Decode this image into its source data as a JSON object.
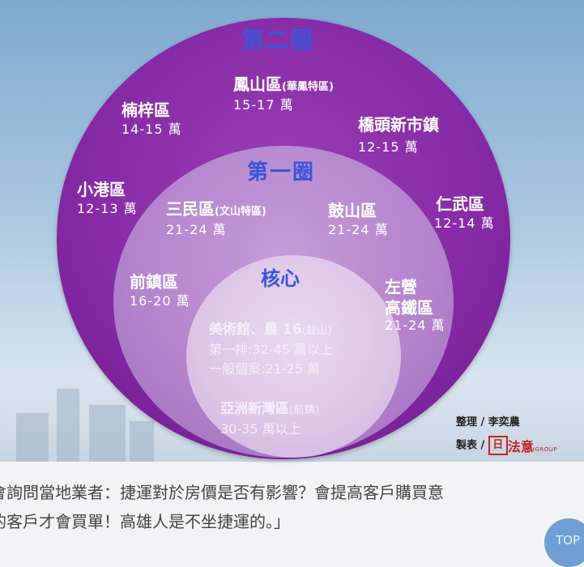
{
  "diagram": {
    "ring_outer_title": "第二圈",
    "ring_mid_title": "第一圈",
    "ring_core_title": "核心",
    "outer": [
      {
        "name": "鳳山區",
        "note": "(華鳳特區)",
        "price": "15-17 萬"
      },
      {
        "name": "楠梓區",
        "note": "",
        "price": "14-15 萬"
      },
      {
        "name": "橋頭新市鎮",
        "note": "",
        "price": "12-15 萬"
      },
      {
        "name": "小港區",
        "note": "",
        "price": "12-13 萬"
      },
      {
        "name": "仁武區",
        "note": "",
        "price": "12-14 萬"
      }
    ],
    "mid": [
      {
        "name": "三民區",
        "note": "(文山特區)",
        "price": "21-24 萬"
      },
      {
        "name": "鼓山區",
        "note": "",
        "price": "21-24 萬"
      },
      {
        "name": "前鎮區",
        "note": "",
        "price": "16-20 萬"
      },
      {
        "name": "左營",
        "name2": "高鐵區",
        "price": "21-24 萬"
      }
    ],
    "core": {
      "line1_name": "美術館、農 16",
      "line1_note": "(鼓山)",
      "line2": "第一排:32-45 萬以上",
      "line3": "一般個案:21-25 萬",
      "line4_name": "亞洲新灣區",
      "line4_note": "(前鎮)",
      "line5": "30-35 萬以上"
    },
    "credit_compile": "整理 / 李奕農",
    "credit_make": "製表 /",
    "logo_text": "法意",
    "logo_sub": "PHGROUP"
  },
  "article": {
    "line1": "會詢問當地業者：捷運對於房價是否有影響？會提高客戶購買意",
    "line2": "的客戶才會買單！高雄人是不坐捷運的。」"
  },
  "top_button": "TOP",
  "colors": {
    "outer": "#862aa6",
    "mid": "#b282cc",
    "core": "#dcc5e6",
    "title": "#3a55d9"
  }
}
